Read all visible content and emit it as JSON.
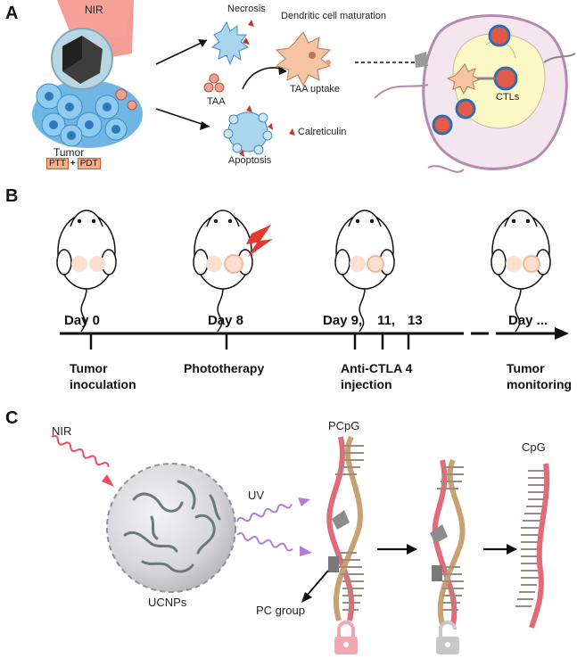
{
  "panels": {
    "a": "A",
    "b": "B",
    "c": "C"
  },
  "panel_a": {
    "nir": "NIR",
    "tumor": "Tumor",
    "ptt": "PTT",
    "plus": "+",
    "pdt": "PDT",
    "necrosis": "Necrosis",
    "dendritic": "Dendritic cell maturation",
    "taa": "TAA",
    "taa_uptake": "TAA uptake",
    "calreticulin": "Calreticulin",
    "apoptosis": "Apoptosis",
    "ctls": "CTLs"
  },
  "panel_b": {
    "days": [
      "Day 0",
      "Day 8",
      "Day 9,",
      "11,",
      "13",
      "Day ..."
    ],
    "events": {
      "inoculation_1": "Tumor",
      "inoculation_2": "inoculation",
      "phototherapy": "Phototherapy",
      "anti_ctla_1": "Anti-CTLA 4",
      "anti_ctla_2": "injection",
      "monitoring_1": "Tumor",
      "monitoring_2": "monitoring"
    }
  },
  "panel_c": {
    "nir": "NIR",
    "uv": "UV",
    "ucnps": "UCNPs",
    "pcpg": "PCpG",
    "pc_group": "PC group",
    "cpg": "CpG"
  },
  "colors": {
    "nir_red": "#e8505b",
    "uv_purple": "#b07ed6",
    "dna_pink": "#e36a78",
    "dna_tan": "#c9a272",
    "lock_pink": "#f1a7b1",
    "lock_gray": "#c8c8c8"
  }
}
